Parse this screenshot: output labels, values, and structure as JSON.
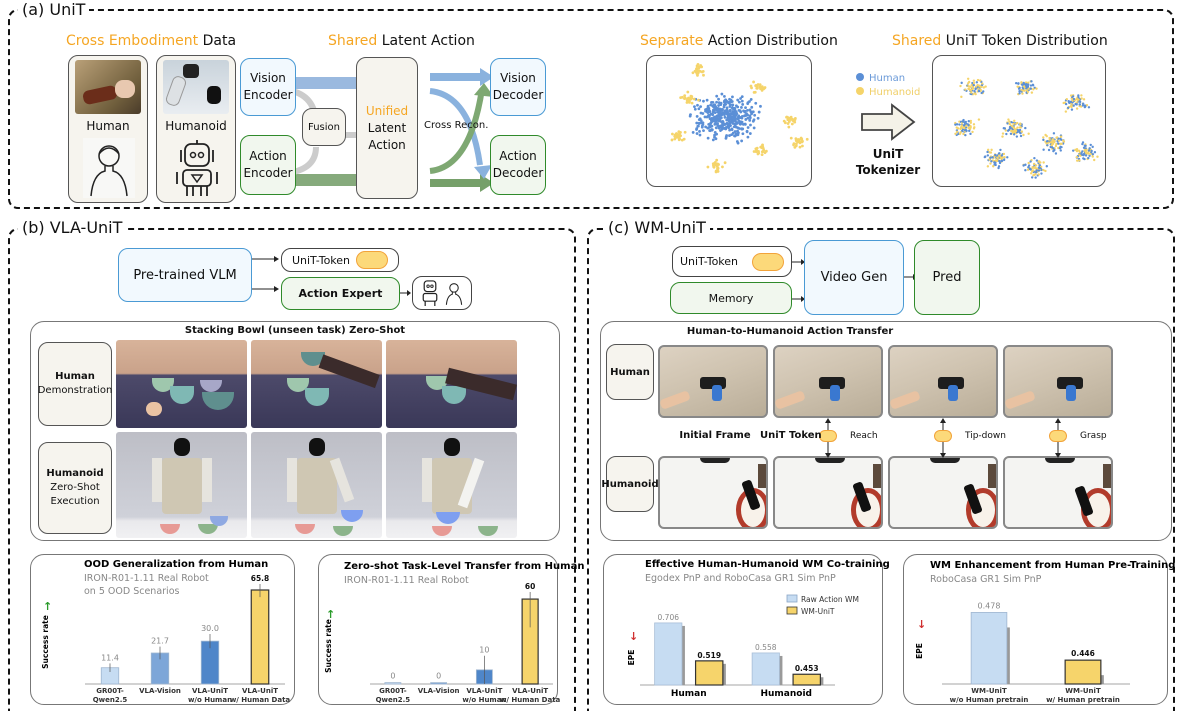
{
  "section_a": {
    "title": "(a) UniT",
    "cross_embodiment": {
      "highlight": "Cross Embodiment",
      "rest": " Data"
    },
    "shared_latent": {
      "highlight": "Shared",
      "rest": " Latent Action"
    },
    "human_card": {
      "label": "Human"
    },
    "humanoid_card": {
      "label": "Humanoid"
    },
    "vision_encoder": "Vision Encoder",
    "action_encoder": "Action Encoder",
    "fusion": "Fusion",
    "unified": {
      "highlight": "Unified",
      "line2": "Latent",
      "line3": "Action"
    },
    "cross_recon": "Cross Recon.",
    "vision_decoder": "Vision Decoder",
    "action_decoder": "Action Decoder",
    "separate_dist": {
      "highlight": "Separate",
      "rest": " Action Distribution"
    },
    "shared_dist": {
      "highlight": "Shared",
      "rest": " UniT Token Distribution"
    },
    "legend": [
      {
        "label": "Human",
        "color": "#5b8fd6"
      },
      {
        "label": "Humanoid",
        "color": "#f5d46a"
      }
    ],
    "tokenizer": {
      "line1": "UniT",
      "line2": "Tokenizer"
    }
  },
  "section_b": {
    "title": "(b) VLA-UniT",
    "vlm": "Pre-trained VLM",
    "unit_token": "UniT-Token",
    "action_expert": "Action Expert",
    "panel_title": "Stacking Bowl (unseen task) Zero-Shot",
    "row_human": {
      "line1": "Human",
      "line2": "Demonstration"
    },
    "row_humanoid": {
      "line1": "Humanoid",
      "line2": "Zero-Shot",
      "line3": "Execution"
    }
  },
  "section_c": {
    "title": "(c) WM-UniT",
    "unit_token": "UniT-Token",
    "memory": "Memory",
    "video_gen": "Video Gen",
    "pred": "Pred",
    "panel_title": "Human-to-Humanoid Action Transfer",
    "row_human": "Human",
    "row_humanoid": "Humanoid",
    "initial_frame": "Initial Frame",
    "unit_token_label": "UniT Token",
    "steps": [
      "Reach",
      "Tip-down",
      "Grasp"
    ]
  },
  "chart_data": [
    {
      "type": "bar",
      "title": "OOD Generalization from Human",
      "subtitle_line1": "IRON-R01-1.11 Real Robot",
      "subtitle_line2": "on 5 OOD Scenarios",
      "ylabel": "Success rate",
      "direction": "↑",
      "categories": [
        "GR00T-\nQwen2.5",
        "VLA-Vision",
        "VLA-UniT\nw/o Human",
        "VLA-UniT\nw/ Human Data"
      ],
      "values": [
        11.4,
        21.7,
        30.0,
        65.8
      ],
      "labels": [
        "11.4",
        "21.7",
        "30.0",
        "65.8"
      ],
      "errors": [
        3,
        4.5,
        5,
        5
      ],
      "colors": [
        "#c6dcf2",
        "#7da6d8",
        "#4f86c9",
        "#f6d46b"
      ],
      "ylim": [
        0,
        70
      ]
    },
    {
      "type": "bar",
      "title": "Zero-shot Task-Level Transfer from Human",
      "subtitle_line1": "IRON-R01-1.11   Real Robot",
      "ylabel": "Success rate",
      "direction": "↑",
      "categories": [
        "GR00T-\nQwen2.5",
        "VLA-Vision",
        "VLA-UniT\nw/o Human",
        "VLA-UniT\nw/ Human Data"
      ],
      "values": [
        0,
        0,
        10,
        60
      ],
      "labels": [
        "0",
        "0",
        "10",
        "60"
      ],
      "errors": [
        0,
        0,
        10,
        20
      ],
      "colors": [
        "#c6dcf2",
        "#7da6d8",
        "#4f86c9",
        "#f6d46b"
      ],
      "ylim": [
        0,
        65
      ]
    },
    {
      "type": "bar",
      "title": "Effective Human-Humanoid WM Co-training",
      "subtitle_line1": "Egodex PnP and RoboCasa GR1 Sim PnP",
      "ylabel": "EPE",
      "direction": "↓",
      "categories": [
        "Human",
        "Humanoid"
      ],
      "series": [
        {
          "name": "Raw Action WM",
          "values": [
            0.706,
            0.558
          ],
          "labels": [
            "0.706",
            "0.558"
          ],
          "color": "#c6dcf2"
        },
        {
          "name": "WM-UniT",
          "values": [
            0.519,
            0.453
          ],
          "labels": [
            "0.519",
            "0.453"
          ],
          "color": "#f6d46b"
        }
      ],
      "ylim": [
        0.4,
        0.75
      ]
    },
    {
      "type": "bar",
      "title": "WM Enhancement from Human Pre-Training",
      "subtitle_line1": "RoboCasa GR1 Sim PnP",
      "ylabel": "EPE",
      "direction": "↓",
      "categories": [
        "WM-UniT\nw/o Human pretrain",
        "WM-UniT\nw/ Human pretrain"
      ],
      "values": [
        0.478,
        0.446
      ],
      "labels": [
        "0.478",
        "0.446"
      ],
      "colors": [
        "#c6dcf2",
        "#f6d46b"
      ],
      "ylim": [
        0.43,
        0.485
      ]
    }
  ]
}
